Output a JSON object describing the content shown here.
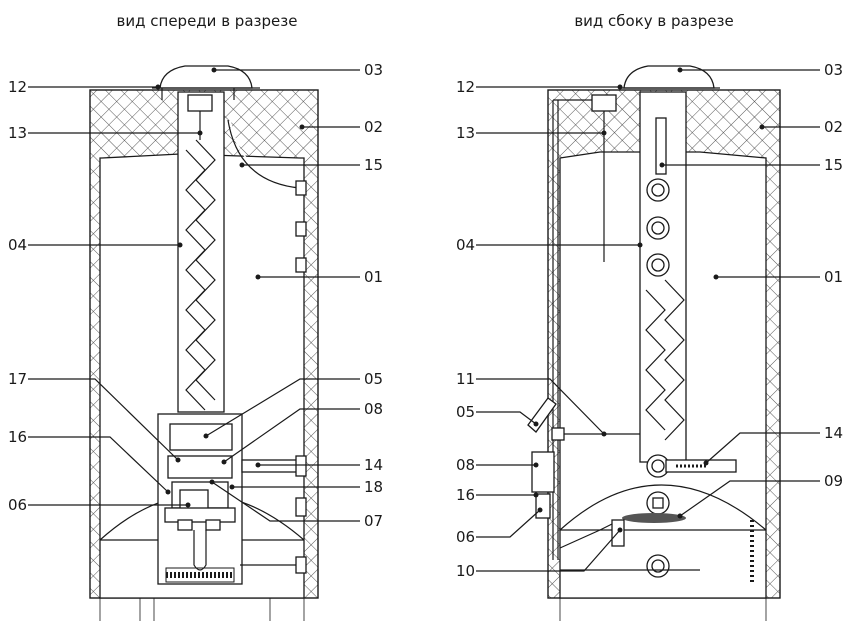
{
  "titles": {
    "front": "вид спереди в разрезе",
    "side": "вид сбоку в разрезе"
  },
  "front_labels": {
    "l12": "12",
    "l13": "13",
    "l04": "04",
    "l17": "17",
    "l16": "16",
    "l06": "06",
    "l03": "03",
    "l02": "02",
    "l15": "15",
    "l01": "01",
    "l05": "05",
    "l08": "08",
    "l14": "14",
    "l18": "18",
    "l07": "07"
  },
  "side_labels": {
    "l12": "12",
    "l13": "13",
    "l04": "04",
    "l11": "11",
    "l05": "05",
    "l08": "08",
    "l16": "16",
    "l06": "06",
    "l10": "10",
    "l03": "03",
    "l02": "02",
    "l15": "15",
    "l01": "01",
    "l14": "14",
    "l09": "09"
  }
}
